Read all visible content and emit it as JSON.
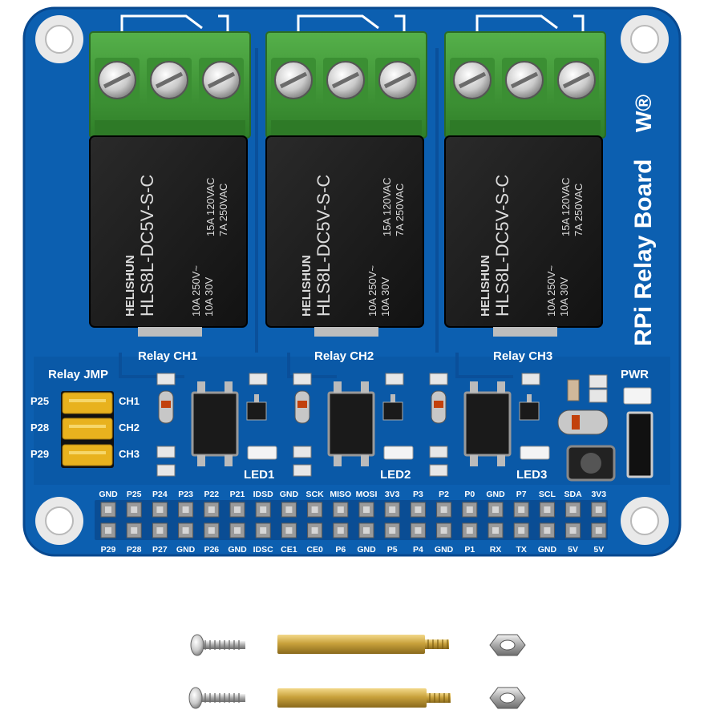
{
  "board": {
    "title": "RPi Relay Board",
    "brand_mark": "W®",
    "colors": {
      "pcb": "#0c5fb0",
      "pcb_dark": "#073f80",
      "terminal": "#3f9a36",
      "relay": "#1c1c1c",
      "header": "#a9a9a9",
      "jumper": "#e8b21e"
    }
  },
  "relays": [
    {
      "channel_label": "Relay CH1",
      "brand": "HELISHUN",
      "model": "HLS8L-DC5V-S-C",
      "rating_a": "15A 120VAC",
      "rating_b": "7A 250VAC",
      "rating_c": "10A 250V~",
      "rating_d": "10A 30V"
    },
    {
      "channel_label": "Relay CH2",
      "brand": "HELISHUN",
      "model": "HLS8L-DC5V-S-C",
      "rating_a": "15A 120VAC",
      "rating_b": "7A 250VAC",
      "rating_c": "10A 250V~",
      "rating_d": "10A 30V"
    },
    {
      "channel_label": "Relay CH3",
      "brand": "HELISHUN",
      "model": "HLS8L-DC5V-S-C",
      "rating_a": "15A 120VAC",
      "rating_b": "7A 250VAC",
      "rating_c": "10A 250V~",
      "rating_d": "10A 30V"
    }
  ],
  "jumper": {
    "title": "Relay JMP",
    "pins": [
      "P25",
      "P28",
      "P29"
    ],
    "channels": [
      "CH1",
      "CH2",
      "CH3"
    ]
  },
  "leds": [
    "LED1",
    "LED2",
    "LED3"
  ],
  "power_label": "PWR",
  "gpio_top": [
    "GND",
    "P25",
    "P24",
    "P23",
    "P22",
    "P21",
    "IDSD",
    "GND",
    "SCK",
    "MISO",
    "MOSI",
    "3V3",
    "P3",
    "P2",
    "P0",
    "GND",
    "P7",
    "SCL",
    "SDA",
    "3V3"
  ],
  "gpio_bottom": [
    "P29",
    "P28",
    "P27",
    "GND",
    "P26",
    "GND",
    "IDSC",
    "CE1",
    "CE0",
    "P6",
    "GND",
    "P5",
    "P4",
    "GND",
    "P1",
    "RX",
    "TX",
    "GND",
    "5V",
    "5V"
  ],
  "hardware": [
    {
      "name": "screw"
    },
    {
      "name": "standoff"
    },
    {
      "name": "nut"
    }
  ]
}
